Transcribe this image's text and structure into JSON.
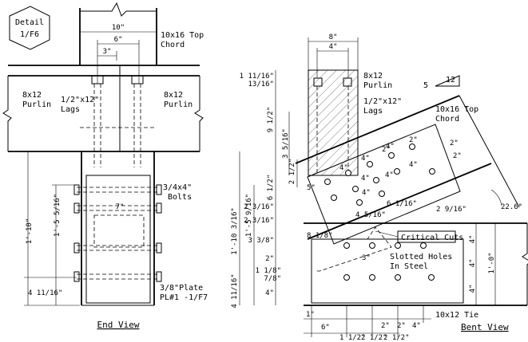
{
  "detail": {
    "title": "Detail",
    "ref": "1/F6"
  },
  "end_view": {
    "caption": "End View",
    "top_chord": "10x16 Top\nChord",
    "purlin_left": "8x12\nPurlin",
    "purlin_right": "8x12\nPurlin",
    "lags": "1/2\"x12\"\nLags",
    "bolts": "3/4x4\"\nBolts",
    "plate": "3/8\"Plate\nPL#1 -1/F7",
    "dims": {
      "width_10": "10\"",
      "width_6": "6\"",
      "width_3": "3\"",
      "height_total": "1'-10\"",
      "height_bolts": "1'-5 5/16\"",
      "height_bottom": "4 11/16\"",
      "mid_7": "7\""
    }
  },
  "bent_view": {
    "caption": "Bent View",
    "purlin": "8x12\nPurlin",
    "lags": "1/2\"x12\"\nLags",
    "top_chord": "10x16 Top\nChord",
    "tie": "10x12 Tie",
    "critical_cuts": "Critical Cuts",
    "slotted_holes": "Slotted Holes\nIn Steel",
    "slope": {
      "rise": "5",
      "run": "12"
    },
    "angle": "22.6°",
    "dims_top": {
      "w8": "8\"",
      "w4": "4\""
    },
    "dims_left": [
      "1 11/16\"",
      "13/16\"",
      "9 1/2\"",
      "3 5/16\"",
      "2 1/2\"",
      "6 1/2\"",
      "2 3/16\"",
      "2 3/16\"",
      "3 3/8\"",
      "2\"",
      "1 1/8\"",
      "7/8\"",
      "4\""
    ],
    "dims_left_outer": {
      "total": "1'-10 3/16\"",
      "upper": "1'-5 9/16\"",
      "lower": "4 11/16\""
    },
    "dims_diag": [
      "4\"",
      "4\"",
      "2\"",
      "2\"",
      "2\"",
      "5\"",
      "4\"",
      "4\"",
      "4\"",
      "2\"",
      "4\"",
      "4\"",
      "4 5/16\"",
      "6 1/16\"",
      "2 9/16\"",
      "8 1/8\""
    ],
    "dims_right": [
      "4\"",
      "4\"",
      "4\"",
      "1'-0\""
    ],
    "dims_mid": "3\"",
    "dims_bottom": [
      "1\"",
      "6\"",
      "2\"",
      "2\"",
      "4\""
    ],
    "dims_bottom2": [
      "1 1/2\"",
      "2 1/2\"",
      "2 1/2\""
    ]
  }
}
